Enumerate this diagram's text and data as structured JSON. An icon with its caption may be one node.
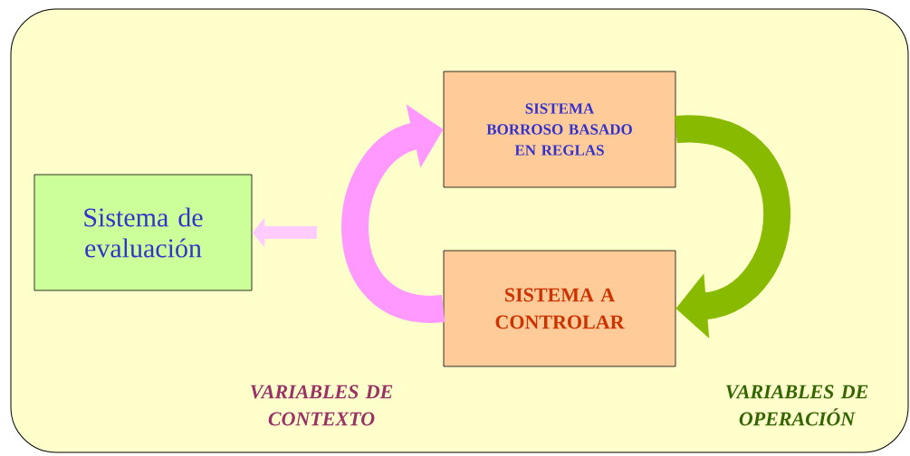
{
  "diagram": {
    "nodes": [
      {
        "text": [
          "Sistema de evaluación"
        ]
      },
      {
        "text": [
          "SISTEMA BORROSO BASADO EN REGLAS"
        ]
      },
      {
        "text": [
          "SISTEMA A CONTROLAR"
        ]
      }
    ],
    "edges": [
      {
        "from": 2,
        "to": 1,
        "arrow": "to",
        "color": "#ff99ff"
      },
      {
        "from": 1,
        "to": 2,
        "arrow": "to",
        "color": "#88bb00"
      },
      {
        "from": null,
        "to": 0,
        "arrow": "to",
        "color": "#ffccff"
      }
    ],
    "labels": [
      "VARIABLES DE CONTEXTO",
      "VARIABLES DE OPERACIÓN"
    ]
  }
}
